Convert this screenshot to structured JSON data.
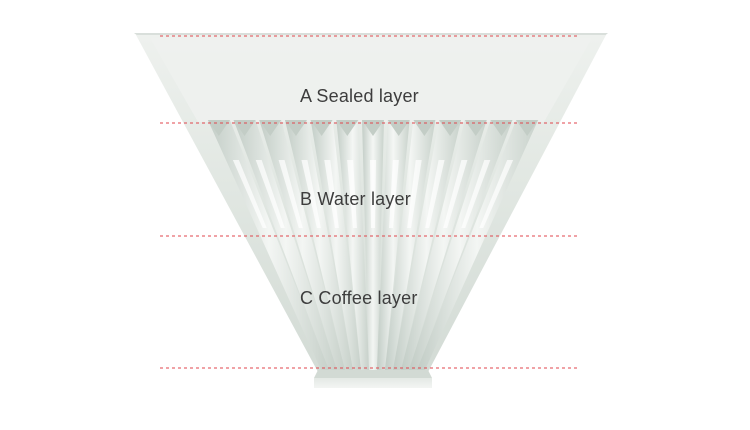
{
  "diagram": {
    "layers": [
      {
        "id": "A",
        "label": "A Sealed layer"
      },
      {
        "id": "B",
        "label": "B Water layer"
      },
      {
        "id": "C",
        "label": "C Coffee layer"
      }
    ],
    "colors": {
      "cone_top": "#e9edea",
      "cone_mid": "#d6ddd8",
      "rib_light": "#f4f6f4",
      "rib_shadow": "#b9c4bd",
      "divider_line": "#e0464d",
      "label_text": "#3d3d3d"
    }
  }
}
